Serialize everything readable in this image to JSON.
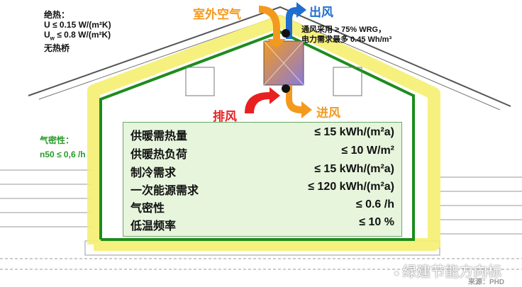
{
  "insulation": {
    "title": "绝热：",
    "u": "U ≤ 0.15 W/(m²K)",
    "uw_sym": "U",
    "uw_sub": "w",
    "uw": " ≤ 0.8 W/(m²K)",
    "bridge": "无热桥"
  },
  "airtight": {
    "title": "气密性：",
    "value": "n50 ≤ 0,6 /h"
  },
  "arrows": {
    "outdoor_air": "室外空气",
    "outflow": "出风",
    "exhaust": "排风",
    "supply": "进风"
  },
  "ventilation": {
    "line1": "通风采用 ≥ 75% WRG，",
    "line2": "电力需求最多 0.45 Wh/m³"
  },
  "requirements": [
    {
      "label": "供暖需热量",
      "value": "≤   15 kWh/(m²a)"
    },
    {
      "label": "供暖热负荷",
      "value": "≤ 10 W/m²"
    },
    {
      "label": "制冷需求",
      "value": "≤   15 kWh/(m²a)"
    },
    {
      "label": "一次能源需求",
      "value": "≤ 120 kWh/(m²a)"
    },
    {
      "label": "气密性",
      "value": "≤ 0.6 /h"
    },
    {
      "label": "低温频率",
      "value": "≤   10 %"
    }
  ],
  "watermark": "绿建节能方向标",
  "source": "来源：PHD",
  "colors": {
    "envelope": "#1e8c1e",
    "insulation": "#f5f070",
    "orange": "#f39a1e",
    "blue": "#1e6fd0",
    "red": "#e82020"
  }
}
